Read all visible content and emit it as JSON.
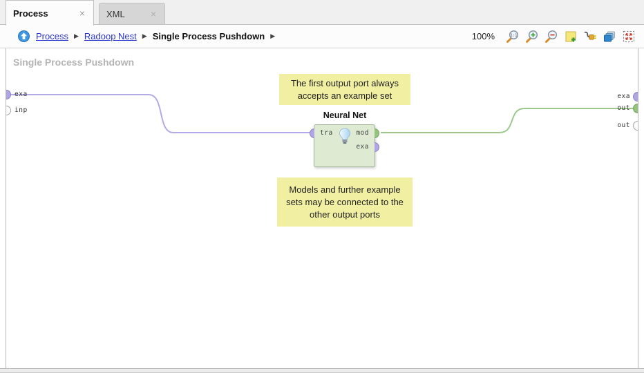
{
  "ui": {
    "close_glyph": "×"
  },
  "tabs": [
    {
      "label": "Process",
      "active": true
    },
    {
      "label": "XML",
      "active": false
    }
  ],
  "breadcrumb": {
    "separator": "▶",
    "items": [
      {
        "label": "Process",
        "type": "link"
      },
      {
        "label": "Radoop Nest",
        "type": "link"
      },
      {
        "label": "Single Process Pushdown",
        "type": "current"
      }
    ]
  },
  "toolbar": {
    "zoom_level": "100%",
    "icons": [
      "zoom-actual-size-icon",
      "zoom-in-icon",
      "zoom-out-icon",
      "add-note-icon",
      "auto-wire-icon",
      "arrange-operators-icon",
      "fit-to-screen-icon"
    ]
  },
  "canvas": {
    "title": "Single Process Pushdown",
    "left_ports": [
      {
        "label": "exa",
        "color": "#b1a6e3",
        "filled": true
      },
      {
        "label": "inp",
        "color": "#ffffff",
        "filled": false
      }
    ],
    "right_ports": [
      {
        "label": "exa",
        "color": "#b1a6e3",
        "filled": true
      },
      {
        "label": "out",
        "color": "#94c47e",
        "filled": true
      },
      {
        "label": "out",
        "color": "#ffffff",
        "filled": false
      }
    ],
    "operator": {
      "name": "Neural Net",
      "icon": "lightbulb-icon",
      "input_ports": [
        {
          "label": "tra",
          "color": "#b1a6e3"
        }
      ],
      "output_ports": [
        {
          "label": "mod",
          "color": "#94c47e"
        },
        {
          "label": "exa",
          "color": "#b1a6e3"
        }
      ]
    },
    "connections": [
      {
        "from": "process-input-exa",
        "to": "neural-net-tra",
        "color": "#b3aae6"
      },
      {
        "from": "neural-net-mod",
        "to": "process-output-out-1",
        "color": "#9cc98b"
      }
    ],
    "notes": [
      {
        "text": "The first output port always accepts an example set",
        "color": "#f1f0a2"
      },
      {
        "text": "Models and further example sets may be connected to the other output ports",
        "color": "#f1f0a2"
      }
    ]
  },
  "colors": {
    "operator_fill": "#deebd2",
    "operator_border": "#a3b39b",
    "note_yellow": "#f1f0a2",
    "wire_example": "#b3aae6",
    "wire_model": "#9cc98b",
    "link_blue": "#2b35cf"
  }
}
